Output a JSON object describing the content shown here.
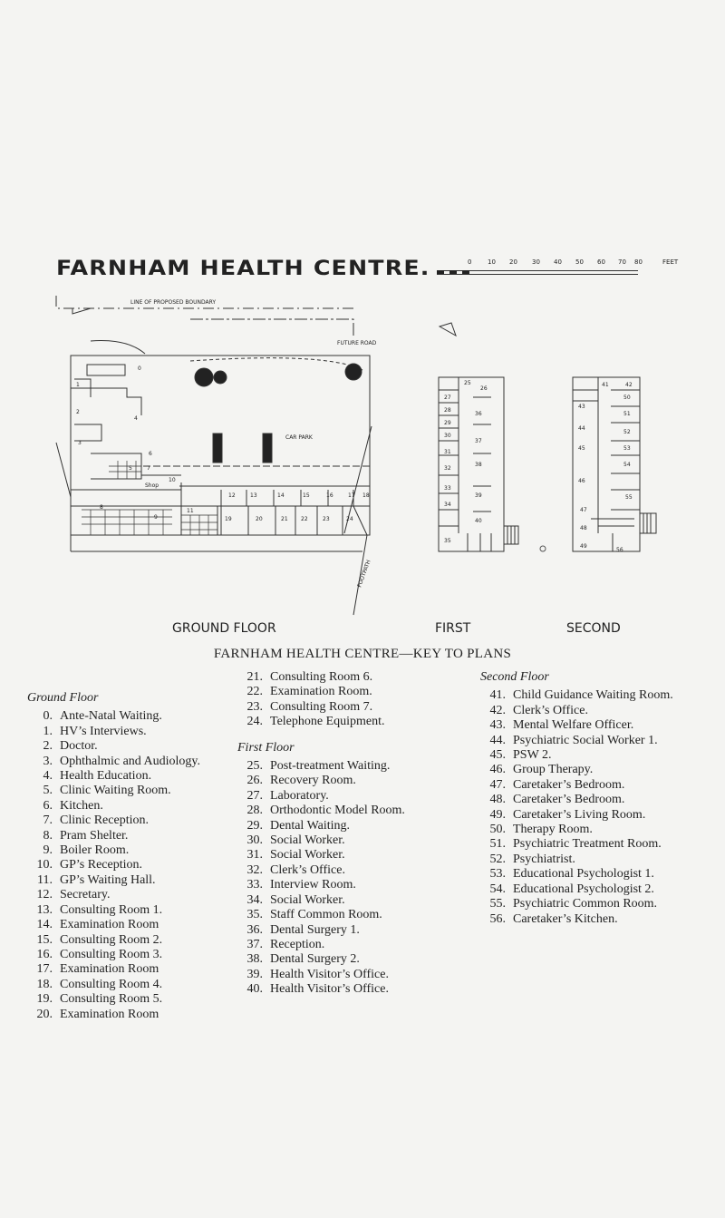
{
  "header": {
    "title": "FARNHAM HEALTH CENTRE.",
    "scale_unit": "FEET",
    "scale_ticks": [
      "0",
      "10",
      "20",
      "30",
      "40",
      "50",
      "60",
      "70",
      "80"
    ]
  },
  "plan": {
    "boundary_label": "LINE OF PROPOSED BOUNDARY",
    "future_road_label": "FUTURE ROAD",
    "car_park_label": "CAR PARK",
    "shop_label": "Shop",
    "footpath_label": "FOOTPATH",
    "ground_label": "GROUND FLOOR",
    "first_label": "FIRST",
    "second_label": "SECOND"
  },
  "key": {
    "title": "FARNHAM HEALTH CENTRE—KEY TO PLANS",
    "ground_heading": "Ground Floor",
    "first_heading": "First Floor",
    "second_heading": "Second Floor",
    "ground": [
      {
        "n": "0.",
        "t": "Ante-Natal Waiting."
      },
      {
        "n": "1.",
        "t": "HV’s Interviews."
      },
      {
        "n": "2.",
        "t": "Doctor."
      },
      {
        "n": "3.",
        "t": "Ophthalmic and Audiology."
      },
      {
        "n": "4.",
        "t": "Health Education."
      },
      {
        "n": "5.",
        "t": "Clinic Waiting Room."
      },
      {
        "n": "6.",
        "t": "Kitchen."
      },
      {
        "n": "7.",
        "t": "Clinic Reception."
      },
      {
        "n": "8.",
        "t": "Pram Shelter."
      },
      {
        "n": "9.",
        "t": "Boiler Room."
      },
      {
        "n": "10.",
        "t": "GP’s Reception."
      },
      {
        "n": "11.",
        "t": "GP’s Waiting Hall."
      },
      {
        "n": "12.",
        "t": "Secretary."
      },
      {
        "n": "13.",
        "t": "Consulting Room 1."
      },
      {
        "n": "14.",
        "t": "Examination Room"
      },
      {
        "n": "15.",
        "t": "Consulting Room 2."
      },
      {
        "n": "16.",
        "t": "Consulting Room 3."
      },
      {
        "n": "17.",
        "t": "Examination Room"
      },
      {
        "n": "18.",
        "t": "Consulting Room 4."
      },
      {
        "n": "19.",
        "t": "Consulting Room 5."
      },
      {
        "n": "20.",
        "t": "Examination Room"
      }
    ],
    "ground_cont": [
      {
        "n": "21.",
        "t": "Consulting Room 6."
      },
      {
        "n": "22.",
        "t": "Examination Room."
      },
      {
        "n": "23.",
        "t": "Consulting Room 7."
      },
      {
        "n": "24.",
        "t": "Telephone Equipment."
      }
    ],
    "first": [
      {
        "n": "25.",
        "t": "Post-treatment Waiting."
      },
      {
        "n": "26.",
        "t": "Recovery Room."
      },
      {
        "n": "27.",
        "t": "Laboratory."
      },
      {
        "n": "28.",
        "t": "Orthodontic Model Room."
      },
      {
        "n": "29.",
        "t": "Dental Waiting."
      },
      {
        "n": "30.",
        "t": "Social Worker."
      },
      {
        "n": "31.",
        "t": "Social Worker."
      },
      {
        "n": "32.",
        "t": "Clerk’s Office."
      },
      {
        "n": "33.",
        "t": "Interview Room."
      },
      {
        "n": "34.",
        "t": "Social Worker."
      },
      {
        "n": "35.",
        "t": "Staff Common Room."
      },
      {
        "n": "36.",
        "t": "Dental Surgery 1."
      },
      {
        "n": "37.",
        "t": "Reception."
      },
      {
        "n": "38.",
        "t": "Dental Surgery 2."
      },
      {
        "n": "39.",
        "t": "Health Visitor’s Office."
      },
      {
        "n": "40.",
        "t": "Health Visitor’s Office."
      }
    ],
    "second": [
      {
        "n": "41.",
        "t": "Child Guidance Waiting Room."
      },
      {
        "n": "42.",
        "t": "Clerk’s Office."
      },
      {
        "n": "43.",
        "t": "Mental Welfare Officer."
      },
      {
        "n": "44.",
        "t": "Psychiatric Social Worker 1."
      },
      {
        "n": "45.",
        "t": "PSW 2."
      },
      {
        "n": "46.",
        "t": "Group Therapy."
      },
      {
        "n": "47.",
        "t": "Caretaker’s Bedroom."
      },
      {
        "n": "48.",
        "t": "Caretaker’s Bedroom."
      },
      {
        "n": "49.",
        "t": "Caretaker’s Living Room."
      },
      {
        "n": "50.",
        "t": "Therapy Room."
      },
      {
        "n": "51.",
        "t": "Psychiatric Treatment Room."
      },
      {
        "n": "52.",
        "t": "Psychiatrist."
      },
      {
        "n": "53.",
        "t": "Educational Psychologist 1."
      },
      {
        "n": "54.",
        "t": "Educational Psychologist 2."
      },
      {
        "n": "55.",
        "t": "Psychiatric Common Room."
      },
      {
        "n": "56.",
        "t": "Caretaker’s Kitchen."
      }
    ]
  }
}
